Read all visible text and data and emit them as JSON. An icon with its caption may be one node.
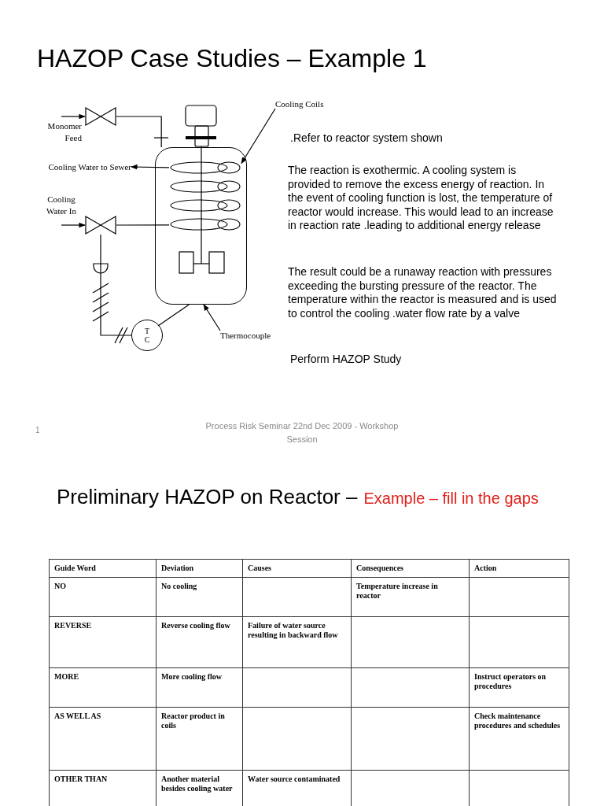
{
  "diagram": {
    "title": "HAZOP Case Studies – Example 1",
    "nodes": [
      {
        "text": [
          "Cooling Coils"
        ]
      },
      {
        "text": [
          "Cooling Water to Sewer"
        ]
      },
      {
        "text": [
          "Thermocouple"
        ]
      },
      {
        "text": [],
        "shape": "vessel"
      },
      {
        "text": [],
        "shape": "coil",
        "in": 3
      },
      {
        "text": [],
        "shape": "valve"
      },
      {
        "text": [],
        "shape": "valve"
      },
      {
        "text": [
          "T C"
        ]
      }
    ],
    "edges": [
      {
        "from": 0,
        "to": 4,
        "arrow": "to"
      },
      {
        "from": 2,
        "to": 3,
        "arrow": "to"
      },
      {
        "from": null,
        "to": 5,
        "arrow": "to"
      },
      {
        "from": 5,
        "to": 3,
        "arrow": "none"
      },
      {
        "from": null,
        "to": 6,
        "arrow": "to"
      },
      {
        "from": 6,
        "to": 4,
        "arrow": "none"
      },
      {
        "from": 4,
        "to": 1,
        "arrow": "to"
      },
      {
        "from": 7,
        "to": 3,
        "arrow": "none"
      },
      {
        "from": 7,
        "to": 6,
        "arrow": "none"
      }
    ],
    "labels": [
      "Monomer Feed",
      "Cooling Water In",
      ".Refer to reactor system shown",
      "The reaction is exothermic. A cooling system is provided to remove the excess energy of reaction. In the event of cooling function is lost, the temperature of reactor would increase. This would lead to an increase in reaction rate .leading to additional energy release",
      "The result could be a runaway reaction with pressures exceeding the bursting pressure of the reactor. The temperature within the reactor is measured and is used to control the cooling .water flow rate by a valve",
      "Perform HAZOP Study",
      "1",
      "Process Risk Seminar 22nd Dec 2009 - Workshop Session",
      "Preliminary HAZOP on Reactor –",
      "Example – fill in the gaps",
      "Guide Word",
      "Deviation",
      "Causes",
      "Consequences",
      "Action",
      "NO",
      "No cooling",
      "Temperature increase in reactor",
      "REVERSE",
      "Reverse cooling flow",
      "Failure of water source resulting in backward flow",
      "MORE",
      "More cooling flow",
      "Instruct operators on procedures",
      "AS WELL AS",
      "Reactor product in coils",
      "Check maintenance procedures and schedules",
      "OTHER THAN",
      "Another material besides cooling water",
      "Water source contaminated"
    ]
  }
}
